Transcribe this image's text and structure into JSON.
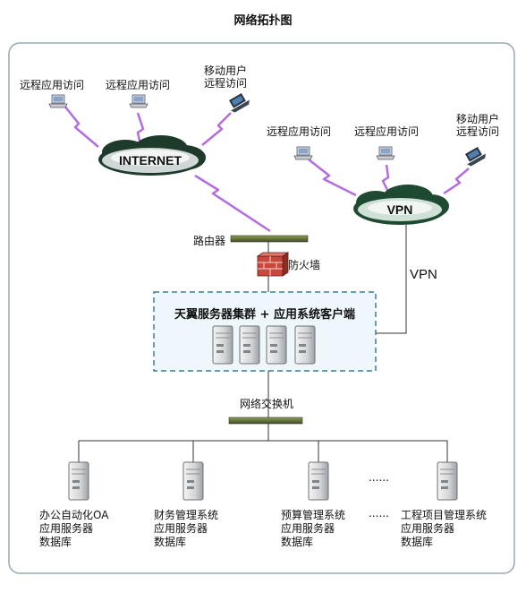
{
  "title": "网络拓扑图",
  "internet": {
    "cloud_label": "INTERNET",
    "clients": [
      "远程应用访问",
      "远程应用访问"
    ],
    "mobile": [
      "移动用户",
      "远程访问"
    ]
  },
  "vpn": {
    "cloud_label": "VPN",
    "clients": [
      "远程应用访问",
      "远程应用访问"
    ],
    "mobile": [
      "移动用户",
      "远程访问"
    ],
    "link_label": "VPN"
  },
  "router_label": "路由器",
  "firewall_label": "防火墙",
  "cluster_label": "天翼服务器集群 + 应用系统客户端",
  "switch_label": "网络交换机",
  "ellipsis": "......",
  "servers": [
    {
      "line1": "办公自动化OA",
      "line2": "应用服务器",
      "line3": "数据库"
    },
    {
      "line1": "财务管理系统",
      "line2": "应用服务器",
      "line3": "数据库"
    },
    {
      "line1": "预算管理系统",
      "line2": "应用服务器",
      "line3": "数据库"
    },
    {
      "line1": "工程项目管理系统",
      "line2": "应用服务器",
      "line3": "数据库"
    }
  ],
  "colors": {
    "border": "#9aa8b0",
    "cluster_border": "#3b7f9a",
    "cluster_fill": "#eef7fb",
    "lightning": "#b46de0",
    "cloud": "#1d3a2a",
    "device_bar": "#5a6b3a"
  }
}
